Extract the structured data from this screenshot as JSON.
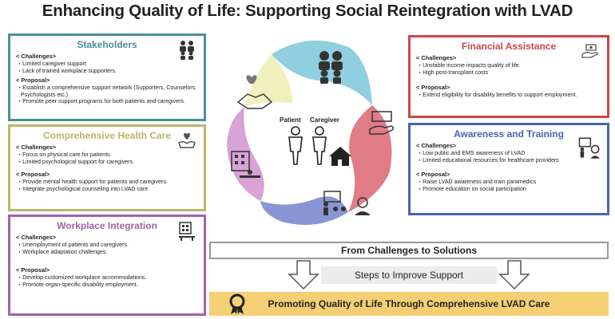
{
  "title": "Enhancing Quality of Life: Supporting Social Reintegration with LVAD",
  "colors": {
    "stakeholders": "#4a8f9a",
    "health_care": "#b8b86a",
    "workplace": "#a462a8",
    "financial": "#c9474f",
    "awareness": "#4a63b0",
    "bottom_banner": "#f5cf73"
  },
  "stakeholders": {
    "heading": "Stakeholders",
    "challenges_label": "< Challenges>",
    "challenges": [
      "・Limited caregiver support",
      "・Lack of trained workplace supporters."
    ],
    "proposal_label": "< Proposal>",
    "proposals": [
      "・Establish a comprehensive support network (Supporters, Counselors, Psychologists etc.)",
      "・Promote peer support programs for both patients and caregivers."
    ],
    "icon": "people-group-icon"
  },
  "health_care": {
    "heading": "Comprehensive Health Care",
    "challenges_label": "< Challenges>",
    "challenges": [
      "・Focus on physical care for patients",
      "・Limited psychological support for caregivers."
    ],
    "proposal_label": "< Proposal>",
    "proposals": [
      "・Provide mental health support for patients and caregivers.",
      "・Integrate psychological counseling into LVAD care."
    ],
    "icon": "heart-hands-icon"
  },
  "workplace": {
    "heading": "Workplace Integration",
    "challenges_label": "< Challenges>",
    "challenges": [
      "・Unemployment of patients and caregivers.",
      "・Workplace adaptation challenges."
    ],
    "proposal_label": "< Proposal>",
    "proposals": [
      "・Develop customized workplace accommodations.",
      "・Promote organ-specific disability employment."
    ],
    "icon": "office-building-icon"
  },
  "financial": {
    "heading": "Financial Assistance",
    "challenges_label": "< Challenges>",
    "challenges": [
      "・Unstable income impacts quality of life.",
      "・High post-transplant costs"
    ],
    "proposal_label": "< Proposal>",
    "proposals": [
      "・Extend eligibility for disability benefits to support employment."
    ],
    "icon": "money-hand-icon"
  },
  "awareness": {
    "heading": "Awareness and Training",
    "challenges_label": "< Challenges>",
    "challenges": [
      "・Low public and EMS awareness of LVAD",
      "・Limited educational resources for healthcare providers"
    ],
    "proposal_label": "< Proposal>",
    "proposals": [
      "・Raise LVAD awareness and train paramedics",
      "・Promote education on social participation"
    ],
    "icon": "teacher-icon"
  },
  "center": {
    "patient_label": "Patient",
    "caregiver_label": "Caregiver"
  },
  "banners": {
    "solutions": "From Challenges to Solutions",
    "steps": "Steps to Improve Support",
    "goal": "Promoting Quality of Life Through Comprehensive LVAD Care"
  }
}
